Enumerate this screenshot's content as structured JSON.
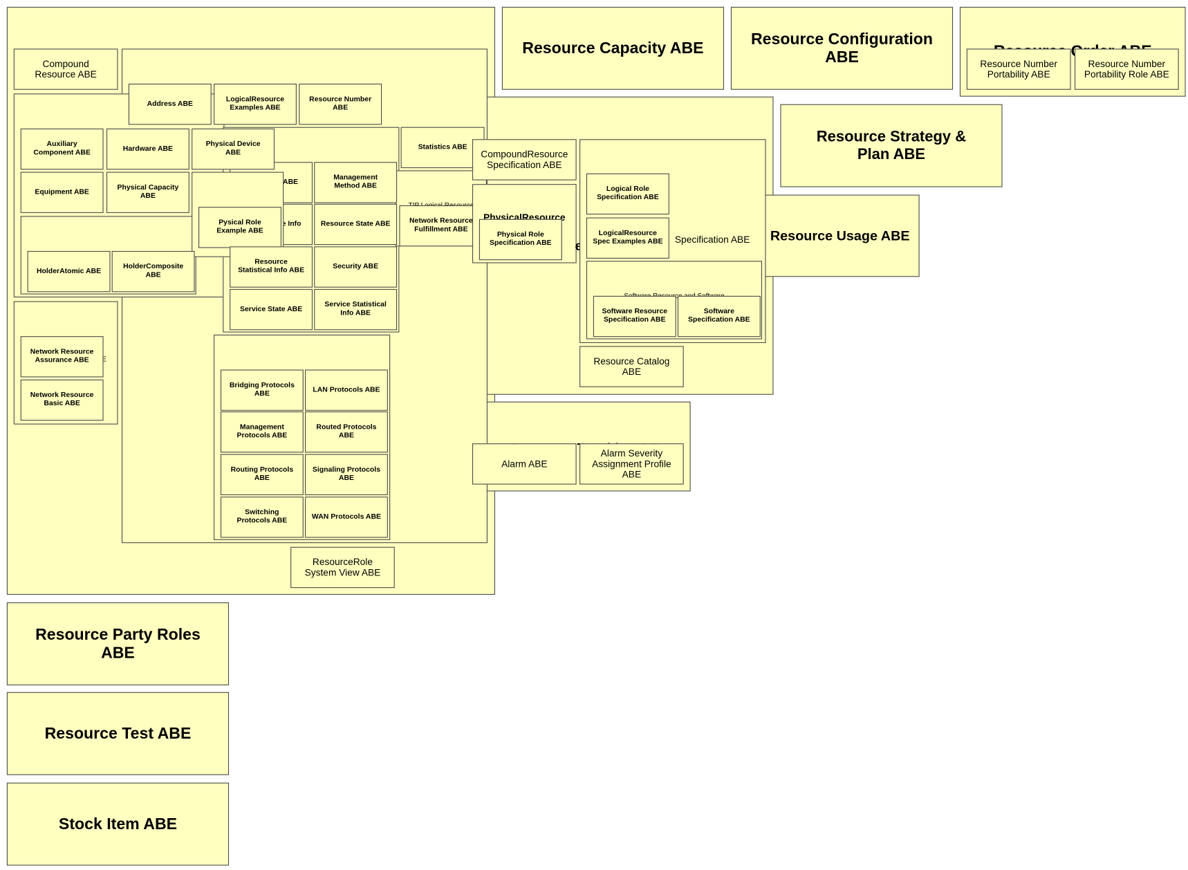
{
  "diagram": {
    "colors": {
      "fill": "#ffffc0",
      "border": "#4a4a4a",
      "text": "#000000"
    },
    "labels": {
      "resource_capacity": "Resource Capacity ABE",
      "resource_configuration": "Resource Configuration\nABE",
      "resource_order_title": "Resource Order ABE",
      "resource_number_portability": "Resource Number\nPortability ABE",
      "resource_number_portability_role": "Resource Number\nPortability Role ABE",
      "resource_strategy_plan": "Resource Strategy &\nPlan ABE",
      "resource_usage": "Resource Usage ABE",
      "resource_party_roles": "Resource Party Roles\nABE",
      "resource_test": "Resource Test ABE",
      "stock_item": "Stock Item ABE",
      "compound_resource": "Compound\nResource ABE",
      "address": "Address ABE",
      "logicalresource_examples": "LogicalResource\nExamples ABE",
      "resource_number": "Resource Number\nABE",
      "auxiliary_component": "Auxiliary\nComponent ABE",
      "hardware": "Hardware ABE",
      "physical_device": "Physical Device\nABE",
      "equipment": "Equipment ABE",
      "physical_capacity": "Physical Capacity\nABE",
      "pysical_role_example": "Pysical Role\nExample ABE",
      "holder_atomic": "HolderAtomic ABE",
      "holder_composite": "HolderComposite\nABE",
      "network_resource_assurance": "Network Resource\nAssurance ABE",
      "network_resource_basic": "Network Resource\nBasic ABE",
      "statistics": "Statistics ABE",
      "management_method": "Management\nMethod ABE",
      "tip_logical_resource_partial": "TIP Logical Resource",
      "network_resource_fulfillment": "Network Resource\nFulfillment ABE",
      "abe_partial": "ABE",
      "info_partial": "e Info",
      "resource_state": "Resource State ABE",
      "resource_statistical_info": "Resource\nStatistical Info ABE",
      "security": "Security ABE",
      "service_state": "Service State ABE",
      "service_statistical_info": "Service Statistical\nInfo ABE",
      "bridging_protocols": "Bridging Protocols\nABE",
      "lan_protocols": "LAN Protocols ABE",
      "management_protocols": "Management\nProtocols ABE",
      "routed_protocols": "Routed Protocols\nABE",
      "routing_protocols": "Routing Protocols\nABE",
      "signaling_protocols": "Signaling Protocols\nABE",
      "switching_protocols": "Switching\nProtocols ABE",
      "wan_protocols": "WAN Protocols ABE",
      "resourcerole_system_view": "ResourceRole\nSystem View ABE",
      "compoundresource_specification": "CompoundResource\nSpecification ABE",
      "physicalresource_partial": "PhysicalResource",
      "physical_role_specification": "Physical Role\nSpecification ABE",
      "logical_role_specification": "Logical Role\nSpecification ABE",
      "logicalresource_spec_examples": "LogicalResource\nSpec Examples ABE",
      "specification_partial": "Specification ABE",
      "software_resource_and_software_partial": "Software Resource and Software",
      "software_resource_specification": "Software Resource\nSpecification ABE",
      "software_specification": "Software\nSpecification ABE",
      "resource_catalog": "Resource Catalog\nABE",
      "resource_trouble_title": "Resource Trouble ABE",
      "alarm": "Alarm ABE",
      "alarm_severity_assignment_profile": "Alarm Severity\nAssignment Profile\nABE",
      "e_partial": "e",
      "e_partial_2": "E"
    }
  }
}
